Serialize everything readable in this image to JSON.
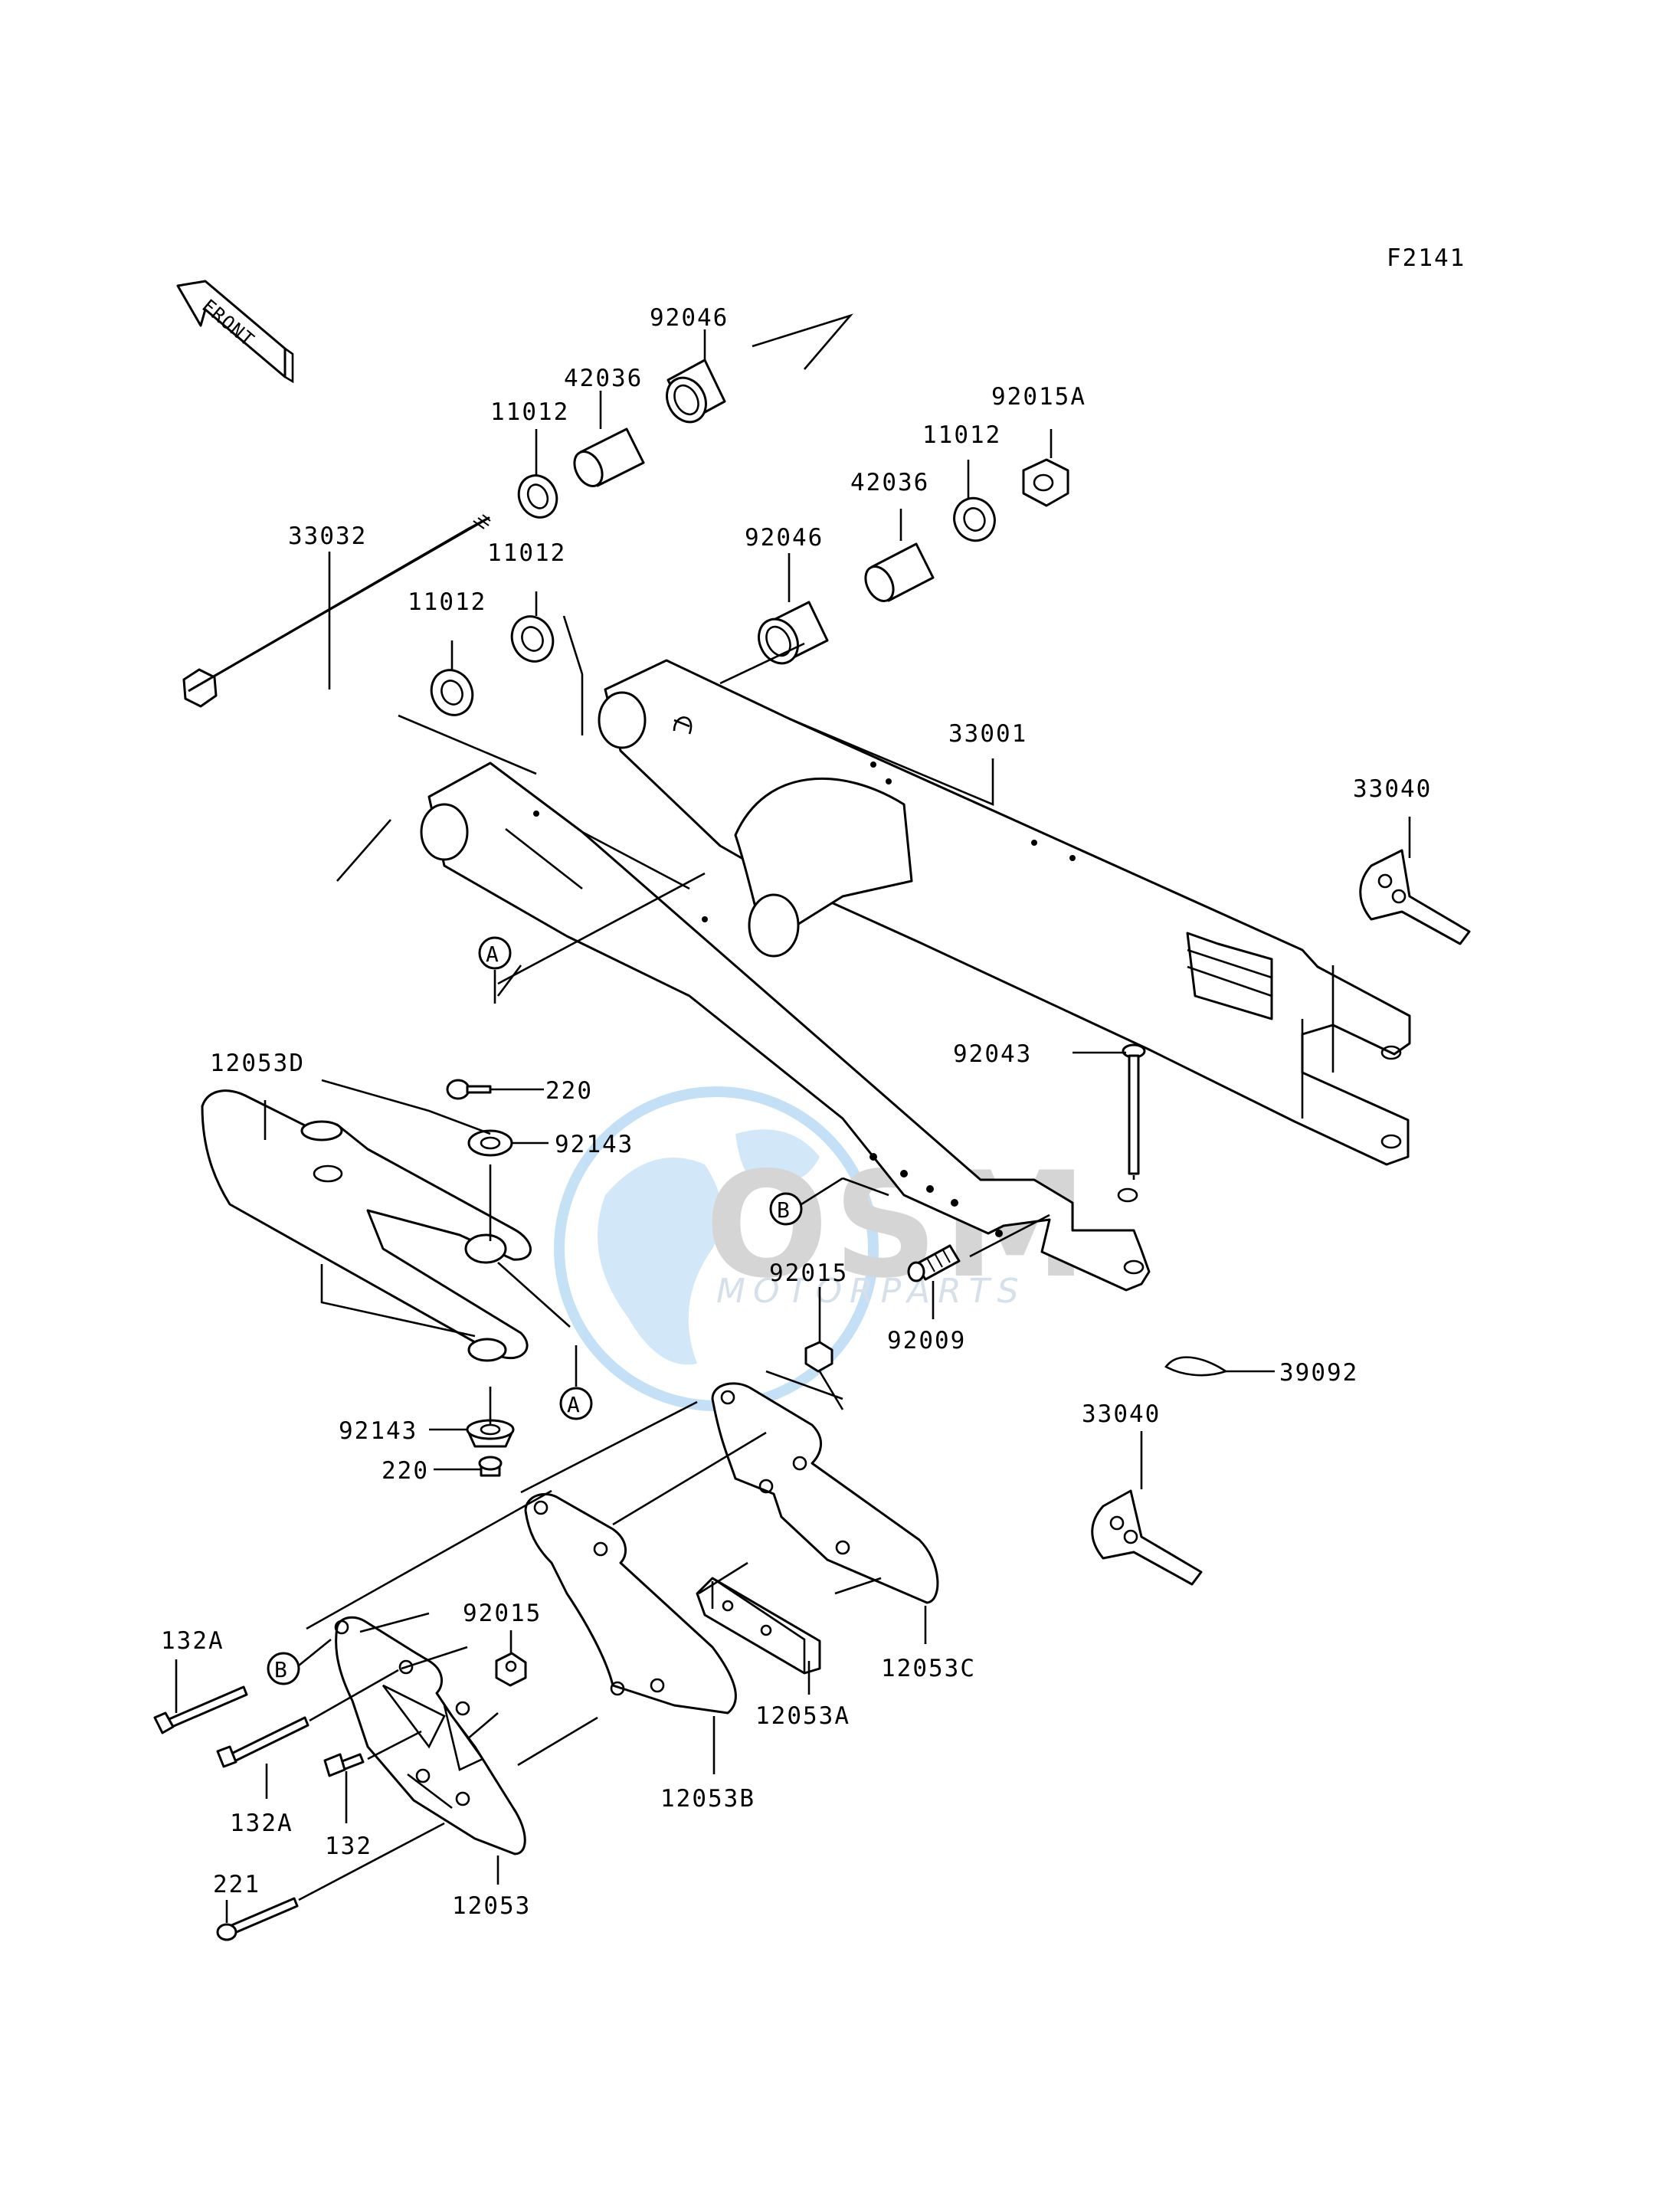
{
  "diagram_code": "F2141",
  "front_indicator": "FRONT",
  "callouts": {
    "a1": "A",
    "a2": "A",
    "b1": "B",
    "b2": "B"
  },
  "parts": [
    {
      "id": "p92046a",
      "label": "92046"
    },
    {
      "id": "p42036a",
      "label": "42036"
    },
    {
      "id": "p11012a",
      "label": "11012"
    },
    {
      "id": "p92015A",
      "label": "92015A"
    },
    {
      "id": "p11012b",
      "label": "11012"
    },
    {
      "id": "p42036b",
      "label": "42036"
    },
    {
      "id": "p33032",
      "label": "33032"
    },
    {
      "id": "p92046b",
      "label": "92046"
    },
    {
      "id": "p11012c",
      "label": "11012"
    },
    {
      "id": "p11012d",
      "label": "11012"
    },
    {
      "id": "p33001",
      "label": "33001"
    },
    {
      "id": "p33040a",
      "label": "33040"
    },
    {
      "id": "p12053D",
      "label": "12053D"
    },
    {
      "id": "p220a",
      "label": "220"
    },
    {
      "id": "p92143a",
      "label": "92143"
    },
    {
      "id": "p92043",
      "label": "92043"
    },
    {
      "id": "p92015a",
      "label": "92015"
    },
    {
      "id": "p92009",
      "label": "92009"
    },
    {
      "id": "p39092",
      "label": "39092"
    },
    {
      "id": "p92143b",
      "label": "92143"
    },
    {
      "id": "p220b",
      "label": "220"
    },
    {
      "id": "p33040b",
      "label": "33040"
    },
    {
      "id": "p132Aa",
      "label": "132A"
    },
    {
      "id": "p92015b",
      "label": "92015"
    },
    {
      "id": "p12053C",
      "label": "12053C"
    },
    {
      "id": "p12053A",
      "label": "12053A"
    },
    {
      "id": "p132Ab",
      "label": "132A"
    },
    {
      "id": "p12053B",
      "label": "12053B"
    },
    {
      "id": "p132",
      "label": "132"
    },
    {
      "id": "p221",
      "label": "221"
    },
    {
      "id": "p12053",
      "label": "12053"
    }
  ],
  "watermark": {
    "brand": "OSM",
    "tagline": "MOTORPARTS"
  }
}
